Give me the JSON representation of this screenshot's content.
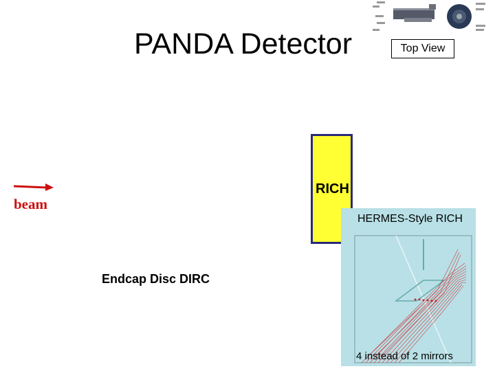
{
  "title": "PANDA Detector",
  "top_view": "Top View",
  "beam": "beam",
  "rich": "RICH",
  "hermes": "HERMES-Style RICH",
  "mirrors": "4 instead of 2 mirrors",
  "dirc": "Endcap Disc DIRC",
  "colors": {
    "rich_fill": "#ffff33",
    "rich_border": "#2a2a7a",
    "beam": "#cc1010",
    "panel": "#b8e0e6",
    "rays": "#cc2222"
  }
}
